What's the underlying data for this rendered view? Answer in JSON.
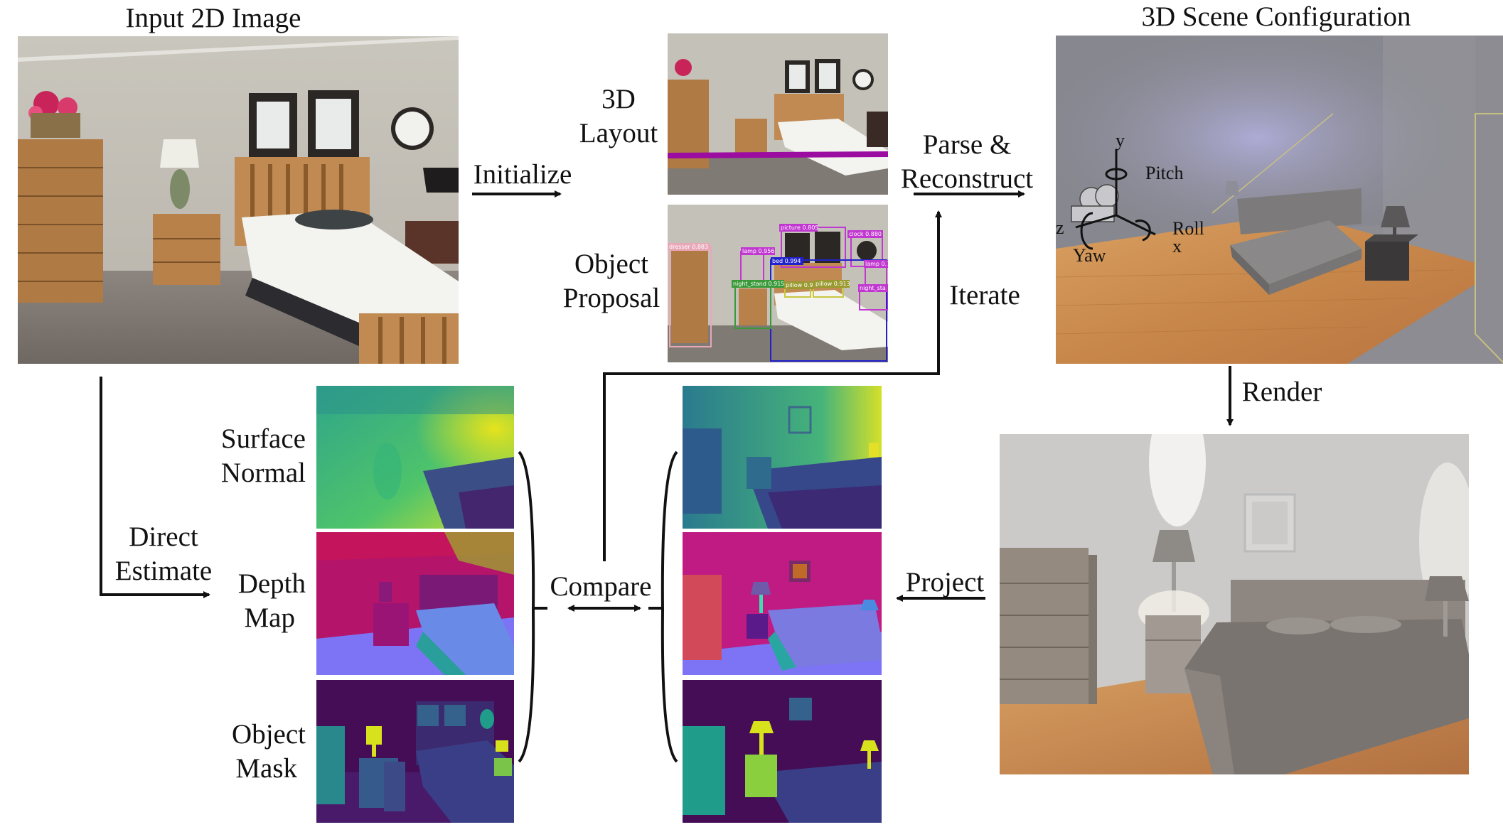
{
  "labels": {
    "input_title": "Input 2D Image",
    "scene_title": "3D Scene Configuration",
    "initialize": "Initialize",
    "layout_line1": "3D",
    "layout_line2": "Layout",
    "proposal_line1": "Object",
    "proposal_line2": "Proposal",
    "parse_line1": "Parse &",
    "parse_line2": "Reconstruct",
    "iterate": "Iterate",
    "render": "Render",
    "project": "Project",
    "compare": "Compare",
    "direct_line1": "Direct",
    "direct_line2": "Estimate",
    "surface_line1": "Surface",
    "surface_line2": "Normal",
    "depth_line1": "Depth",
    "depth_line2": "Map",
    "mask_line1": "Object",
    "mask_line2": "Mask"
  },
  "axes": {
    "y": "y",
    "z": "z",
    "x": "x",
    "pitch": "Pitch",
    "roll": "Roll",
    "yaw": "Yaw"
  },
  "detections": [
    "picture 0.805",
    "clock 0.880",
    "dresser 0.883",
    "lamp 0.956",
    "bed 0.994",
    "lamp 0.7",
    "night_stand 0.915",
    "pillow 0.9",
    "pillow 0.913",
    "night_sta"
  ],
  "colors": {
    "arrow": "#111111",
    "layout_line": "#9b0ca0",
    "bbox_purple": "#c038d0",
    "bbox_blue": "#2222cc",
    "bbox_green": "#3a9a3a",
    "floor_wood": "#c98a4c",
    "wall_gray": "#8a8a90"
  }
}
